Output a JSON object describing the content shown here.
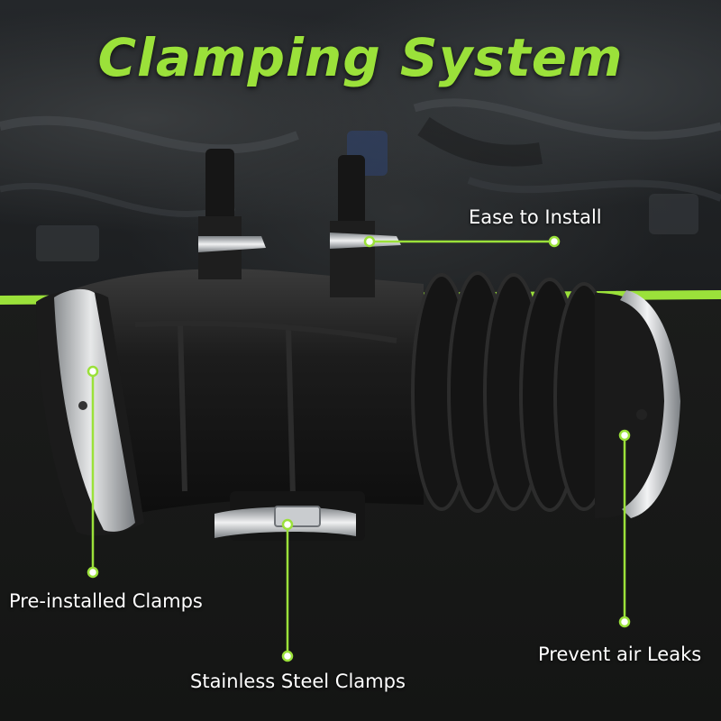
{
  "title": "Clamping System",
  "callouts": {
    "ease_to_install": "Ease to Install",
    "pre_installed_clamps": "Pre-installed Clamps",
    "stainless_steel_clamps": "Stainless Steel Clamps",
    "prevent_air_leaks": "Prevent air Leaks"
  },
  "colors": {
    "accent": "#9be13a",
    "text": "#ffffff",
    "background": "#161716"
  },
  "icons": {
    "callout_marker": "dot-icon"
  }
}
